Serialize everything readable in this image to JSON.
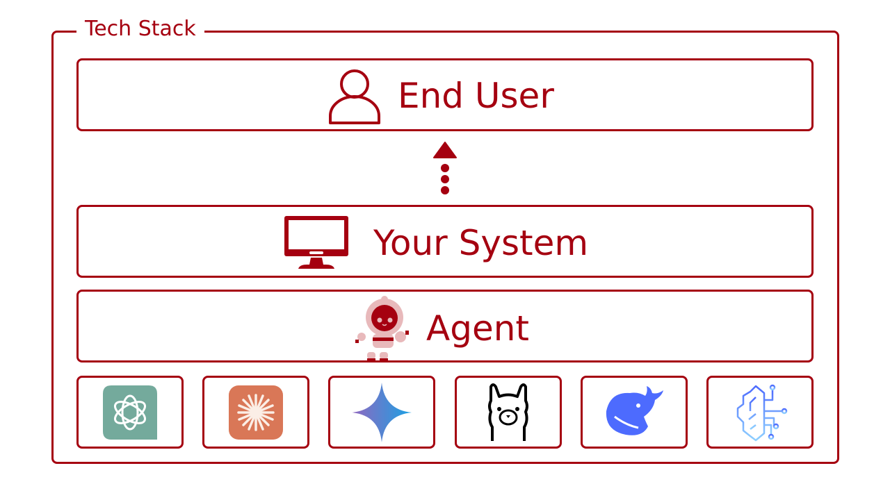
{
  "title": "Tech Stack",
  "colors": {
    "accent": "#a50010",
    "robot_light": "#e8b9bb"
  },
  "layers": [
    {
      "label": "End User",
      "icon": "user-icon"
    },
    {
      "label": "Your System",
      "icon": "monitor-icon"
    },
    {
      "label": "Agent",
      "icon": "robot-icon"
    }
  ],
  "connector": {
    "icon": "dotted-arrow-up-icon"
  },
  "models": [
    {
      "icon": "openai-logo-icon",
      "color": "#74aa9c"
    },
    {
      "icon": "claude-logo-icon",
      "color": "#d97757"
    },
    {
      "icon": "gemini-logo-icon",
      "color": "#4796e3"
    },
    {
      "icon": "ollama-logo-icon",
      "color": "#000000"
    },
    {
      "icon": "deepseek-logo-icon",
      "color": "#4d6bfe"
    },
    {
      "icon": "ai-brain-circuit-icon",
      "color": "#5b8def"
    }
  ]
}
